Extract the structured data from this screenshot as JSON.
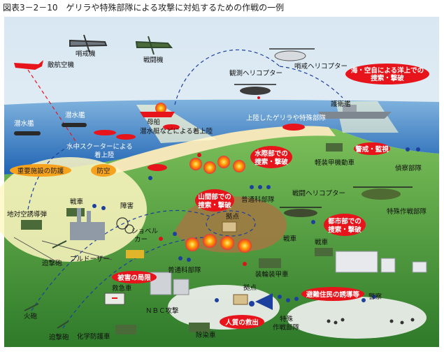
{
  "title": "図表3－2－10　ゲリラや特殊部隊による攻撃に対処するための作戦の一例",
  "labels": {
    "enemy_aircraft": "敵航空機",
    "patrol_aircraft": "哨戒機",
    "fighter": "戦闘機",
    "patrol_helicopter": "哨戒ヘリコプター",
    "observation_helicopter": "観測ヘリコプター",
    "escort_ship": "護衛艦",
    "submarine_1": "潜水艦",
    "submarine_2": "潜水艦",
    "underwater_scooter": "水中スクーターによる",
    "underwater_scooter_2": "着上陸",
    "mother_ship": "母船",
    "landing_small_boats": "潜水艇などによる着上陸",
    "landed_guerrilla": "上陸したゲリラや特殊部隊",
    "security_surveillance": "警戒・監視",
    "light_armored_vehicle": "軽装甲機動車",
    "recon_unit": "偵察部隊",
    "attack_helicopter": "戦闘ヘリコプター",
    "special_ops_unit": "特殊作戦部隊",
    "general_infantry_1": "普通科部隊",
    "general_infantry_2": "普通科部隊",
    "tank_1": "戦車",
    "tank_2": "戦車",
    "tank_3": "戦車",
    "sam": "地対空誘導弾",
    "obstacle": "障害",
    "shovel_car": "ショベル",
    "shovel_car_2": "カー",
    "bulldozer": "ブルドーザー",
    "mortar_1": "迫撃砲",
    "mortar_2": "迫撃砲",
    "artillery": "火砲",
    "armored_personnel_carrier": "装輪装甲車",
    "ambulance": "救急車",
    "chemical_vehicle": "化学防護車",
    "decontamination_vehicle": "除染車",
    "nbc_attack": "ＮＢＣ攻撃",
    "base_1": "拠点",
    "base_2": "拠点",
    "police": "警察",
    "special_ops_unit_2": "特殊",
    "special_ops_unit_3": "作戦部隊"
  },
  "ovals": {
    "sea_air_search": "海・空自による洋上での",
    "sea_air_search_2": "捜索・撃破",
    "waterside_search": "水際部での",
    "waterside_search_2": "捜索・撃破",
    "mountain_search": "山間部での",
    "mountain_search_2": "捜索・撃破",
    "urban_search": "都市部での",
    "urban_search_2": "捜索・撃破",
    "protect_key_facilities": "重要施設の防護",
    "air_defense": "防空",
    "damage_control": "被害の局限",
    "rescue_hostages": "人質の救出",
    "evacuate_residents": "避難住民の誘導等"
  },
  "colors": {
    "sea": "#3b7fc8",
    "land": "#4f9a3a",
    "oval_red": "#e8141b",
    "oval_orange": "#f7a21d",
    "guerrilla_red": "#d8141b",
    "friendly_blue": "#1d3f9e"
  }
}
